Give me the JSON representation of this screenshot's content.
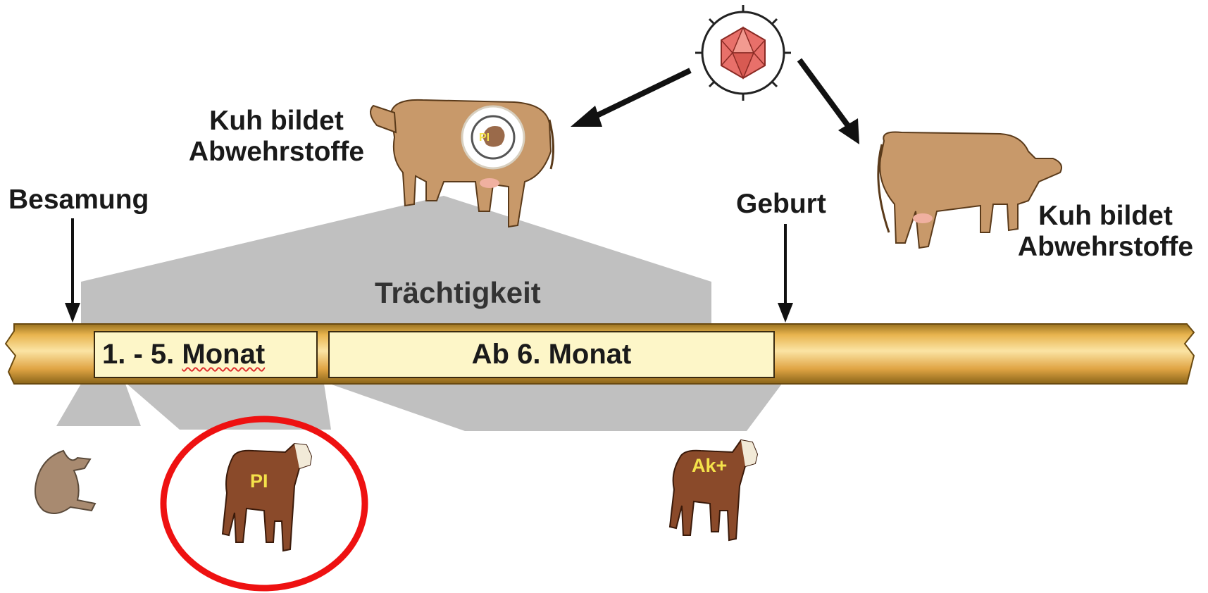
{
  "labels": {
    "cow_left": [
      "Kuh bildet",
      "Abwehrstoffe"
    ],
    "cow_right": [
      "Kuh bildet",
      "Abwehrstoffe"
    ],
    "besamung": "Besamung",
    "geburt": "Geburt",
    "traechtigkeit": "Trächtigkeit",
    "phase_early": {
      "prefix": "1. - 5. ",
      "word": "Monat"
    },
    "phase_late": "Ab 6. Monat",
    "calf_pi": "PI",
    "calf_ak": "Ak+",
    "fetus_pi": "PI"
  },
  "colors": {
    "bar_fill": "#e0aa48",
    "bar_dark": "#7a5a1a",
    "shadow_gray": "#bfbfbf",
    "highlight_circle": "#ee1111",
    "cow_brown": "#c8996a",
    "calf_brown": "#8a4a2a",
    "virus": "#e8706a"
  },
  "icons": [
    "virus-icon",
    "cow-icon",
    "calf-icon",
    "aborted-fetus-icon",
    "fetus-icon"
  ]
}
